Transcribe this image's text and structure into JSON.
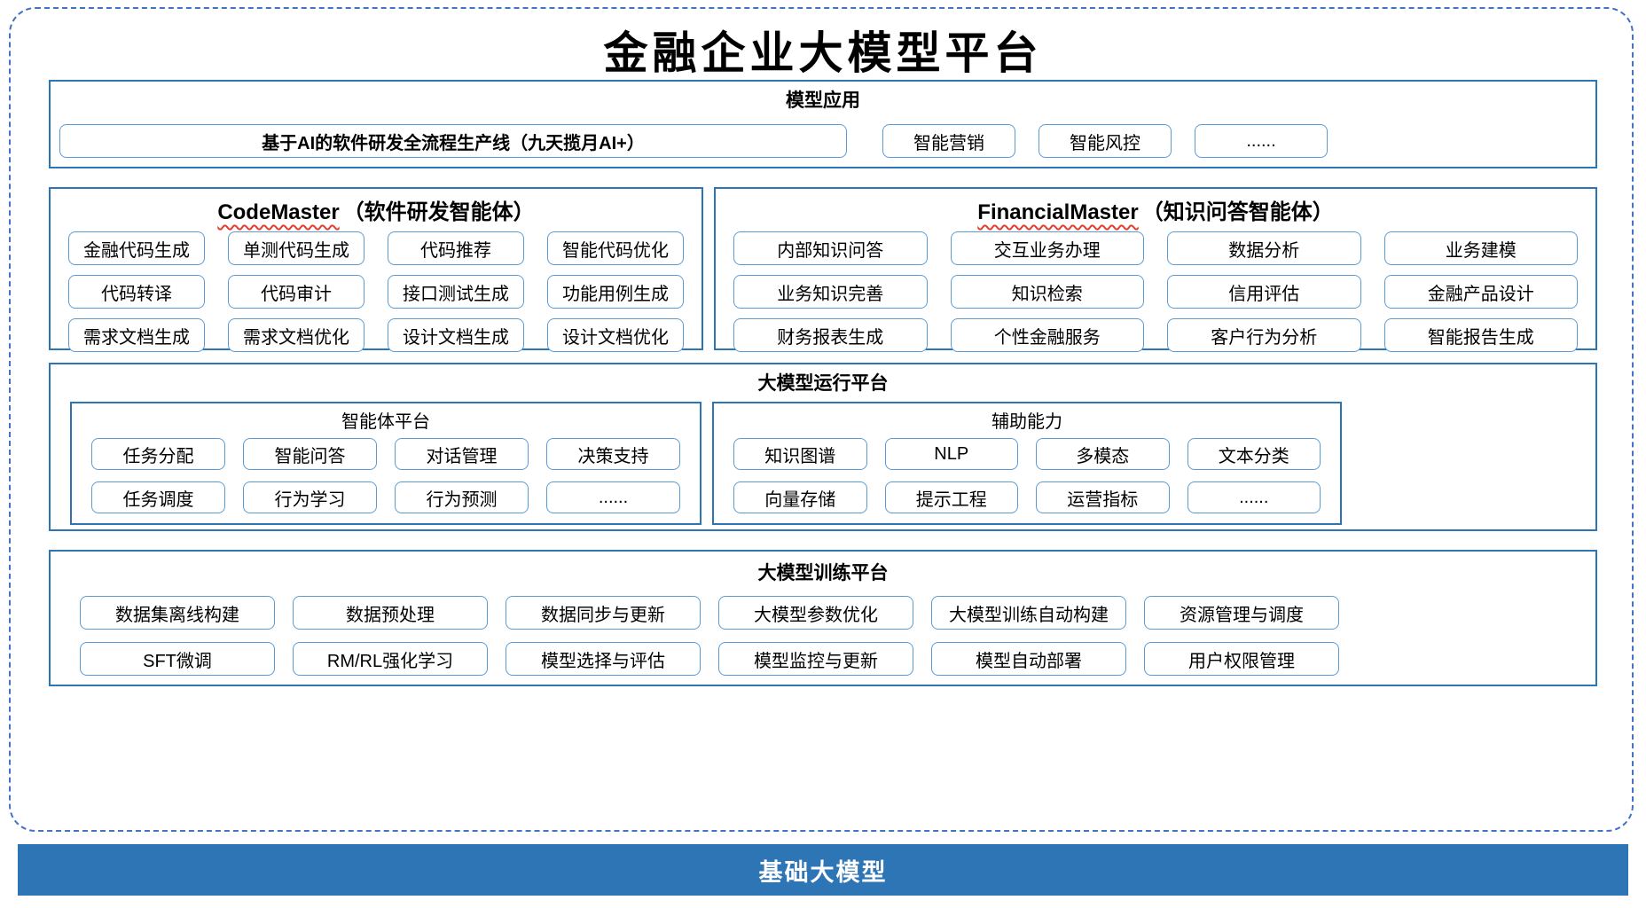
{
  "title": "金融企业大模型平台",
  "colors": {
    "frame_dashed": "#4472C4",
    "section_border": "#2E75B6",
    "item_border": "#5B9BD5",
    "foundation_bg": "#2E75B6",
    "wavy_underline": "#E43C2E"
  },
  "model_app": {
    "title": "模型应用",
    "pipeline": "基于AI的软件研发全流程生产线（九天揽月AI+）",
    "items": [
      "智能营销",
      "智能风控",
      "......"
    ]
  },
  "code_master": {
    "name": "CodeMaster",
    "suffix": "（软件研发智能体）",
    "items": [
      "金融代码生成",
      "单测代码生成",
      "代码推荐",
      "智能代码优化",
      "代码转译",
      "代码审计",
      "接口测试生成",
      "功能用例生成",
      "需求文档生成",
      "需求文档优化",
      "设计文档生成",
      "设计文档优化"
    ]
  },
  "financial_master": {
    "name": "FinancialMaster",
    "suffix": "（知识问答智能体）",
    "items": [
      "内部知识问答",
      "交互业务办理",
      "数据分析",
      "业务建模",
      "业务知识完善",
      "知识检索",
      "信用评估",
      "金融产品设计",
      "财务报表生成",
      "个性金融服务",
      "客户行为分析",
      "智能报告生成"
    ]
  },
  "runtime": {
    "title": "大模型运行平台",
    "agent_platform": {
      "title": "智能体平台",
      "items": [
        "任务分配",
        "智能问答",
        "对话管理",
        "决策支持",
        "任务调度",
        "行为学习",
        "行为预测",
        "......"
      ]
    },
    "aux_capability": {
      "title": "辅助能力",
      "items": [
        "知识图谱",
        "NLP",
        "多模态",
        "文本分类",
        "向量存储",
        "提示工程",
        "运营指标",
        "......"
      ]
    }
  },
  "training": {
    "title": "大模型训练平台",
    "items": [
      "数据集离线构建",
      "数据预处理",
      "数据同步与更新",
      "大模型参数优化",
      "大模型训练自动构建",
      "资源管理与调度",
      "SFT微调",
      "RM/RL强化学习",
      "模型选择与评估",
      "模型监控与更新",
      "模型自动部署",
      "用户权限管理"
    ]
  },
  "foundation": {
    "title": "基础大模型"
  }
}
